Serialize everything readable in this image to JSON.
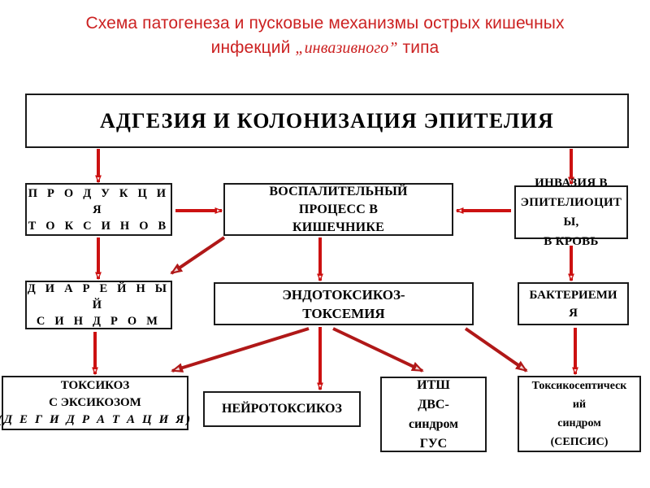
{
  "title": {
    "line1": "Схема патогенеза и пусковые механизмы острых кишечных",
    "line2_before": "инфекций ",
    "line2_italic": "„инвазивного”",
    "line2_after": " типа",
    "color": "#cc2222"
  },
  "colors": {
    "arrow": "#cc1111",
    "arrow_dark": "#b01818",
    "box_border": "#1a1a1a",
    "box_fill": "#ffffff",
    "text": "#000000",
    "title": "#cc2222"
  },
  "nodes": {
    "adhesion": {
      "lines": [
        "АДГЕЗИЯ И КОЛОНИЗАЦИЯ ЭПИТЕЛИЯ"
      ]
    },
    "toxins": {
      "lines": [
        "П Р О Д У К Ц И",
        "Я",
        "Т О К С И Н О В"
      ]
    },
    "inflam": {
      "lines": [
        "ВОСПАЛИТЕЛЬНЫЙ",
        "ПРОЦЕСС  В",
        "КИШЕЧНИКЕ"
      ]
    },
    "invasion": {
      "lines": [
        "ИНВАЗИЯ  В",
        "ЭПИТЕЛИОЦИТ",
        "Ы,",
        "В  КРОВЬ"
      ]
    },
    "diarrhea": {
      "lines": [
        "Д И А Р Е Й Н Ы",
        "Й",
        "С И Н Д Р О М"
      ]
    },
    "endotox": {
      "lines": [
        "ЭНДОТОКСИКОЗ-",
        "ТОКСЕМИЯ"
      ]
    },
    "bacteremia": {
      "lines": [
        "БАКТЕРИЕМИ",
        "Я"
      ]
    },
    "toxicosis": {
      "lines": [
        "ТОКСИКОЗ",
        "С ЭКСИКОЗОМ"
      ],
      "italic_line": "(Д Е Г И Д Р А Т А Ц И Я)"
    },
    "neurotox": {
      "lines": [
        "НЕЙРОТОКСИКОЗ"
      ]
    },
    "itsh": {
      "lines": [
        "ИТШ",
        "ДВС-",
        "синдром",
        "ГУС"
      ]
    },
    "sepsis": {
      "lines": [
        "Токсикосептическ",
        "ий",
        "синдром",
        "(СЕПСИС)"
      ]
    }
  },
  "edges": [
    {
      "from": "adhesion",
      "to": "toxins",
      "kind": "vertical"
    },
    {
      "from": "adhesion",
      "to": "invasion",
      "kind": "vertical"
    },
    {
      "from": "toxins",
      "to": "inflam",
      "kind": "horizontal"
    },
    {
      "from": "invasion",
      "to": "inflam",
      "kind": "horizontal"
    },
    {
      "from": "toxins",
      "to": "diarrhea",
      "kind": "vertical"
    },
    {
      "from": "inflam",
      "to": "diarrhea",
      "kind": "diagonal"
    },
    {
      "from": "inflam",
      "to": "endotox",
      "kind": "vertical"
    },
    {
      "from": "invasion",
      "to": "bacteremia",
      "kind": "vertical"
    },
    {
      "from": "bacteremia",
      "to": "sepsis",
      "kind": "vertical"
    },
    {
      "from": "diarrhea",
      "to": "toxicosis",
      "kind": "vertical"
    },
    {
      "from": "endotox",
      "to": "toxicosis",
      "kind": "diagonal"
    },
    {
      "from": "endotox",
      "to": "neurotox",
      "kind": "vertical"
    },
    {
      "from": "endotox",
      "to": "itsh",
      "kind": "diagonal"
    },
    {
      "from": "endotox",
      "to": "sepsis",
      "kind": "diagonal"
    }
  ]
}
